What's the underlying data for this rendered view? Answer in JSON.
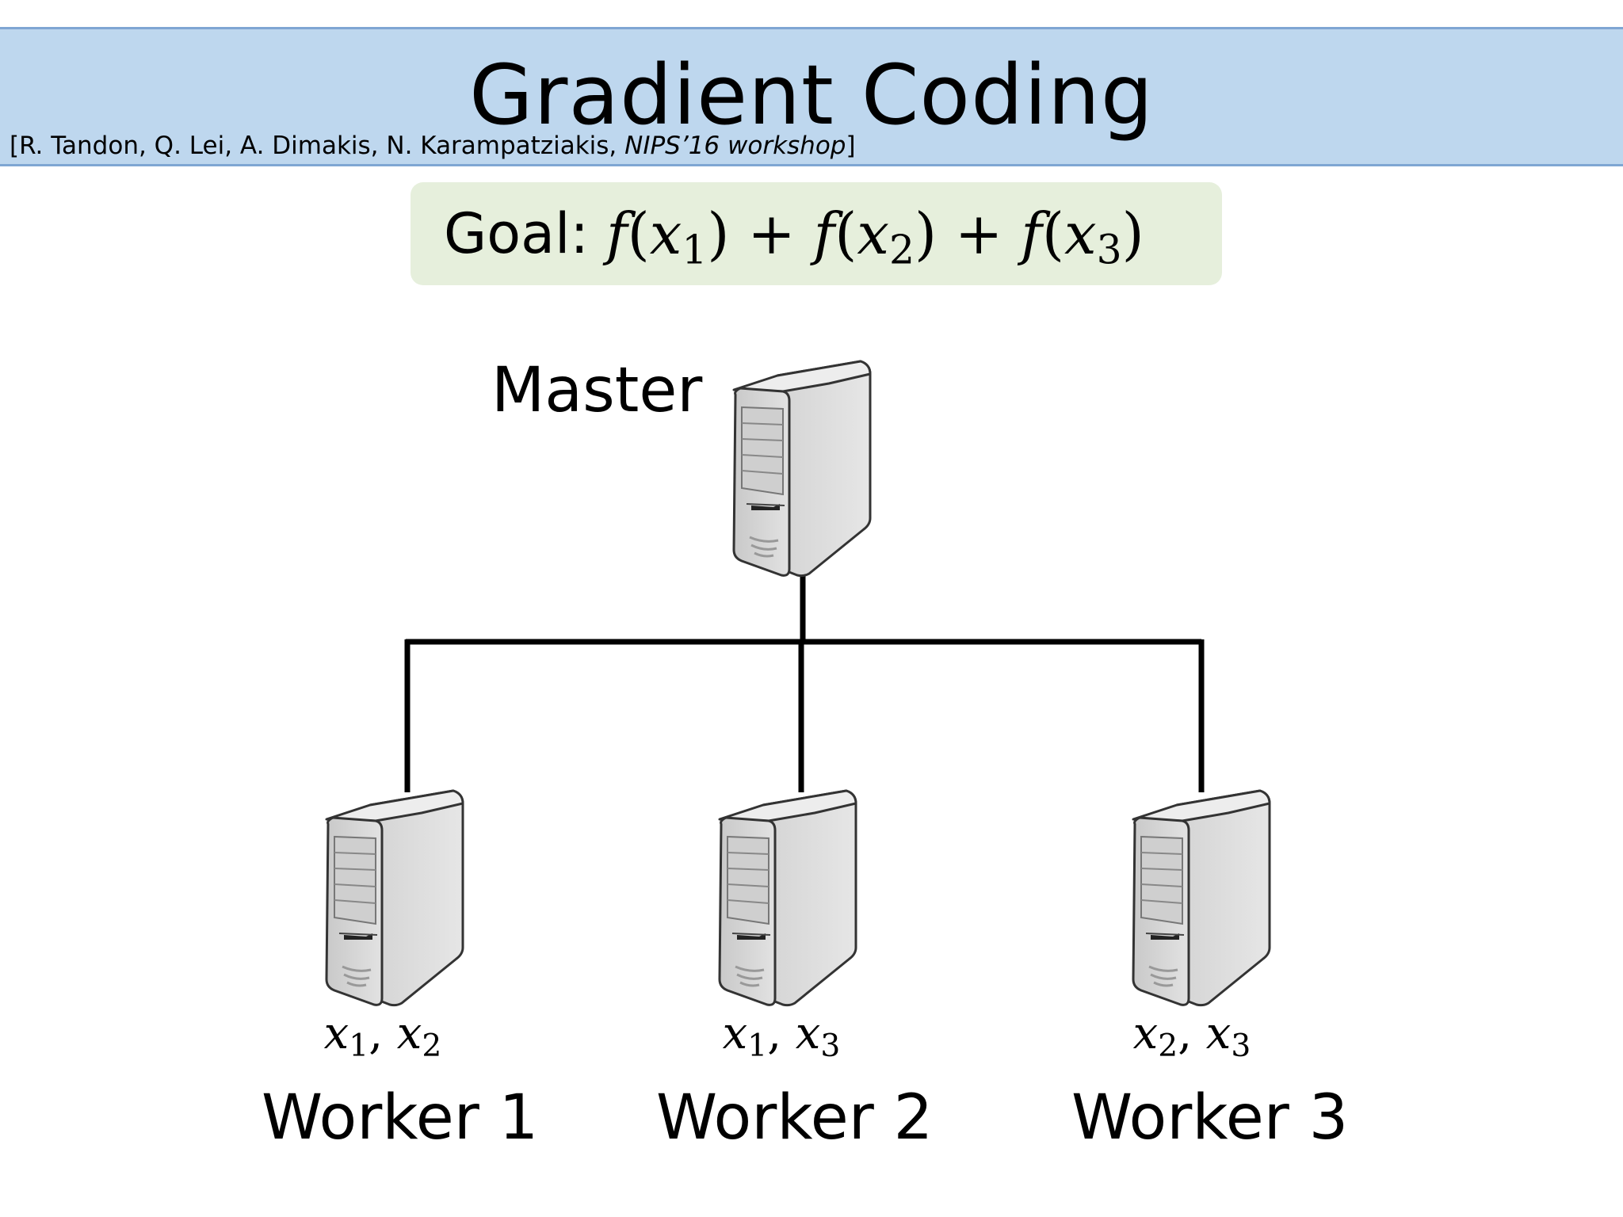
{
  "header": {
    "title": "Gradient Coding",
    "citation_authors": "[R. Tandon, Q. Lei, A. Dimakis, N. Karampatziakis, ",
    "citation_venue": "NIPS’16 workshop",
    "citation_close": "]"
  },
  "goal": {
    "label": "Goal:",
    "terms": [
      {
        "fn": "f",
        "var": "x",
        "sub": "1"
      },
      {
        "fn": "f",
        "var": "x",
        "sub": "2"
      },
      {
        "fn": "f",
        "var": "x",
        "sub": "3"
      }
    ],
    "operator": "+"
  },
  "master": {
    "label": "Master"
  },
  "workers": [
    {
      "label": "Worker 1",
      "data": [
        {
          "var": "x",
          "sub": "1"
        },
        {
          "var": "x",
          "sub": "2"
        }
      ]
    },
    {
      "label": "Worker 2",
      "data": [
        {
          "var": "x",
          "sub": "1"
        },
        {
          "var": "x",
          "sub": "3"
        }
      ]
    },
    {
      "label": "Worker 3",
      "data": [
        {
          "var": "x",
          "sub": "2"
        },
        {
          "var": "x",
          "sub": "3"
        }
      ]
    }
  ],
  "colors": {
    "title_bar": "#bed7ee",
    "goal_box": "#e6efdc",
    "connector": "#000000"
  },
  "icons": {
    "master": "server-tower-icon",
    "worker": "server-tower-icon"
  }
}
